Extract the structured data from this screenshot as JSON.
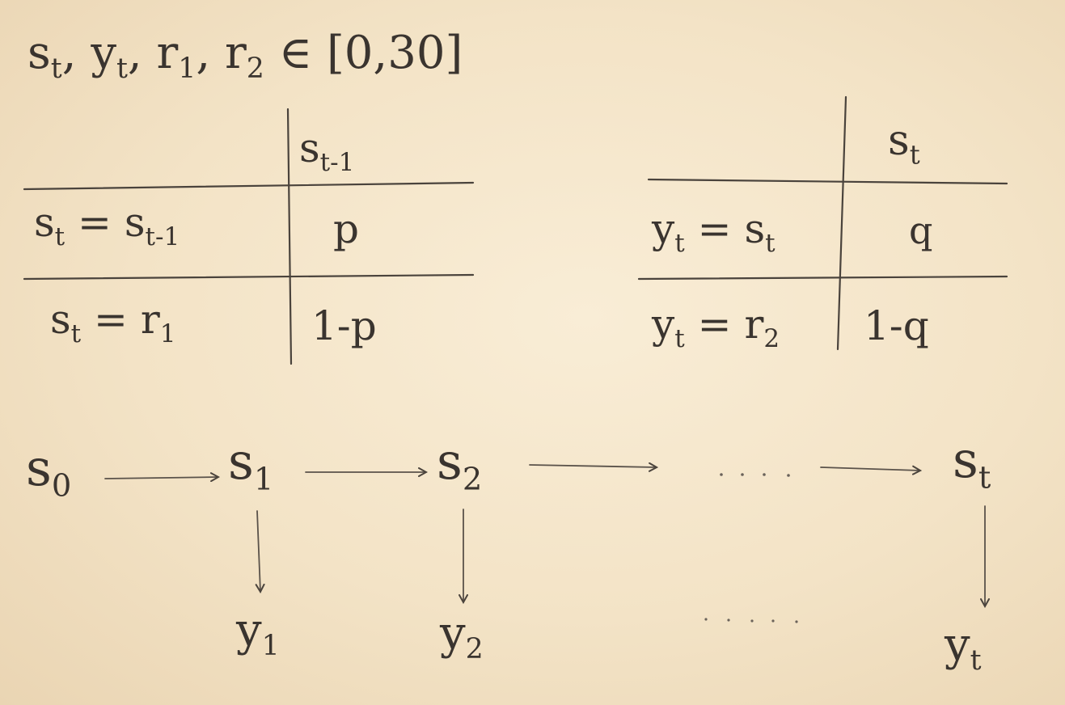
{
  "domain_statement": {
    "vars": [
      "s",
      "y",
      "r",
      "r"
    ],
    "subs": [
      "t",
      "t",
      "1",
      "2"
    ],
    "in": "∈",
    "range": "[0,30]"
  },
  "transition_table": {
    "column_header": {
      "main": "s",
      "sub": "t-1"
    },
    "rows": [
      {
        "label_lhs": {
          "main": "s",
          "sub": "t"
        },
        "eq": "=",
        "label_rhs": {
          "main": "s",
          "sub": "t-1"
        },
        "value": "p"
      },
      {
        "label_lhs": {
          "main": "s",
          "sub": "t"
        },
        "eq": "=",
        "label_rhs": {
          "main": "r",
          "sub": "1"
        },
        "value": "1-p"
      }
    ]
  },
  "emission_table": {
    "column_header": {
      "main": "s",
      "sub": "t"
    },
    "rows": [
      {
        "label_lhs": {
          "main": "y",
          "sub": "t"
        },
        "eq": "=",
        "label_rhs": {
          "main": "s",
          "sub": "t"
        },
        "value": "q"
      },
      {
        "label_lhs": {
          "main": "y",
          "sub": "t"
        },
        "eq": "=",
        "label_rhs": {
          "main": "r",
          "sub": "2"
        },
        "value": "1-q"
      }
    ]
  },
  "chain": {
    "states": [
      {
        "main": "s",
        "sub": "0"
      },
      {
        "main": "s",
        "sub": "1"
      },
      {
        "main": "s",
        "sub": "2"
      },
      {
        "main": "s",
        "sub": "t"
      }
    ],
    "observations": [
      {
        "main": "y",
        "sub": "1"
      },
      {
        "main": "y",
        "sub": "2"
      },
      {
        "main": "y",
        "sub": "t"
      }
    ],
    "ellipsis": "....",
    "obs_ellipsis": "....."
  }
}
